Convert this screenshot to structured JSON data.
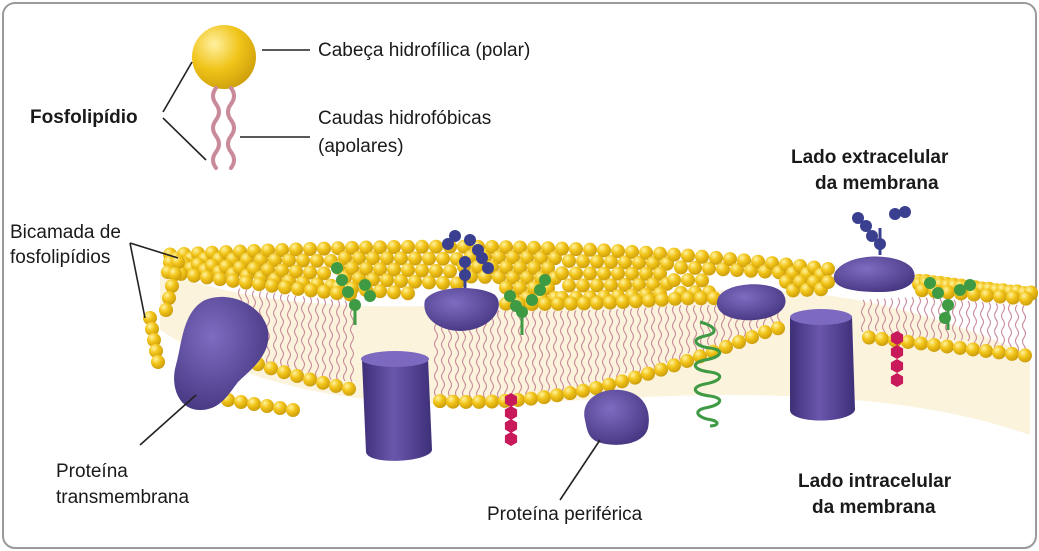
{
  "diagram": {
    "phospholipid": {
      "title": "Fosfolipídio",
      "head_label": "Cabeça hidrofílica (polar)",
      "tails_label_line1": "Caudas hidrofóbicas",
      "tails_label_line2": "(apolares)"
    },
    "bilayer_label_line1": "Bicamada de",
    "bilayer_label_line2": "fosfolipídios",
    "extracellular_line1": "Lado extracelular",
    "extracellular_line2": "da membrana",
    "intracellular_line1": "Lado intracelular",
    "intracellular_line2": "da membrana",
    "transmembrane_line1": "Proteína",
    "transmembrane_line2": "transmembrana",
    "peripheral_label": "Proteína periférica"
  },
  "colors": {
    "head": "#f2c418",
    "head_dark": "#c99a0a",
    "tail": "#c98a9a",
    "protein": "#5d4a9c",
    "protein_dark": "#3e2f78",
    "carbohydrate_green": "#3f9a44",
    "carbohydrate_blue": "#3b3f8f",
    "cholesterol": "#c8195a",
    "bilayer_fill": "#fbf3dc"
  }
}
